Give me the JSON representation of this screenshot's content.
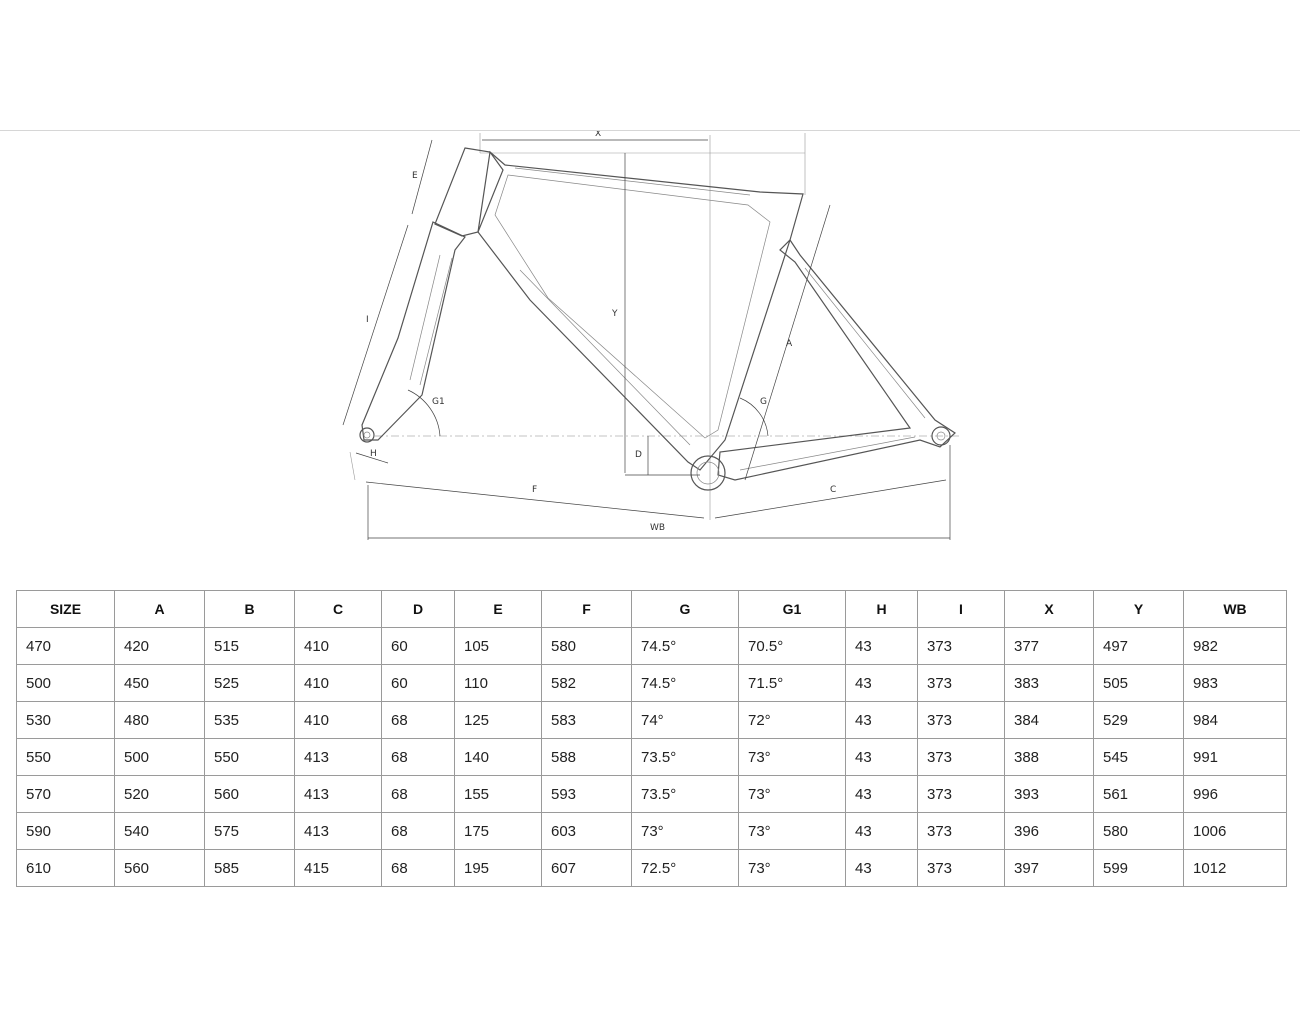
{
  "diagram": {
    "labels": {
      "x": "X",
      "y": "Y",
      "e": "E",
      "i": "I",
      "a": "A",
      "g": "G",
      "g1": "G1",
      "d": "D",
      "h": "H",
      "f": "F",
      "c": "C",
      "wb": "WB"
    }
  },
  "table": {
    "headers": [
      "SIZE",
      "A",
      "B",
      "C",
      "D",
      "E",
      "F",
      "G",
      "G1",
      "H",
      "I",
      "X",
      "Y",
      "WB"
    ],
    "rows": [
      [
        "470",
        "420",
        "515",
        "410",
        "60",
        "105",
        "580",
        "74.5°",
        "70.5°",
        "43",
        "373",
        "377",
        "497",
        "982"
      ],
      [
        "500",
        "450",
        "525",
        "410",
        "60",
        "110",
        "582",
        "74.5°",
        "71.5°",
        "43",
        "373",
        "383",
        "505",
        "983"
      ],
      [
        "530",
        "480",
        "535",
        "410",
        "68",
        "125",
        "583",
        "74°",
        "72°",
        "43",
        "373",
        "384",
        "529",
        "984"
      ],
      [
        "550",
        "500",
        "550",
        "413",
        "68",
        "140",
        "588",
        "73.5°",
        "73°",
        "43",
        "373",
        "388",
        "545",
        "991"
      ],
      [
        "570",
        "520",
        "560",
        "413",
        "68",
        "155",
        "593",
        "73.5°",
        "73°",
        "43",
        "373",
        "393",
        "561",
        "996"
      ],
      [
        "590",
        "540",
        "575",
        "413",
        "68",
        "175",
        "603",
        "73°",
        "73°",
        "43",
        "373",
        "396",
        "580",
        "1006"
      ],
      [
        "610",
        "560",
        "585",
        "415",
        "68",
        "195",
        "607",
        "72.5°",
        "73°",
        "43",
        "373",
        "397",
        "599",
        "1012"
      ]
    ]
  }
}
